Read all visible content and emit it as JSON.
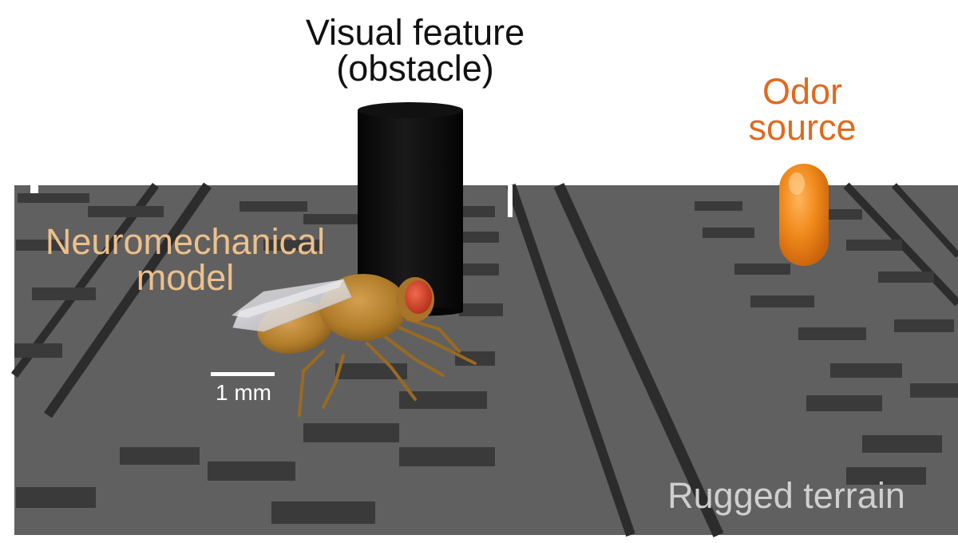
{
  "labels": {
    "obstacle": {
      "line1": "Visual feature",
      "line2": "(obstacle)"
    },
    "odor": {
      "line1": "Odor",
      "line2": "source"
    },
    "model": {
      "line1": "Neuromechanical",
      "line2": "model"
    },
    "scale": "1 mm",
    "terrain": "Rugged terrain"
  },
  "colors": {
    "terrain": "#606060",
    "grooves": "#2e2e2e",
    "obstacle": "#060606",
    "odor_source": "#f08a1c",
    "obstacle_label": "#111111",
    "odor_label": "#e06a1e",
    "model_label": "#edc08b",
    "terrain_label": "#cfcfcf",
    "fly_body": "#b07c2a",
    "fly_eye": "#d94a32",
    "scale_bar": "#ffffff"
  }
}
